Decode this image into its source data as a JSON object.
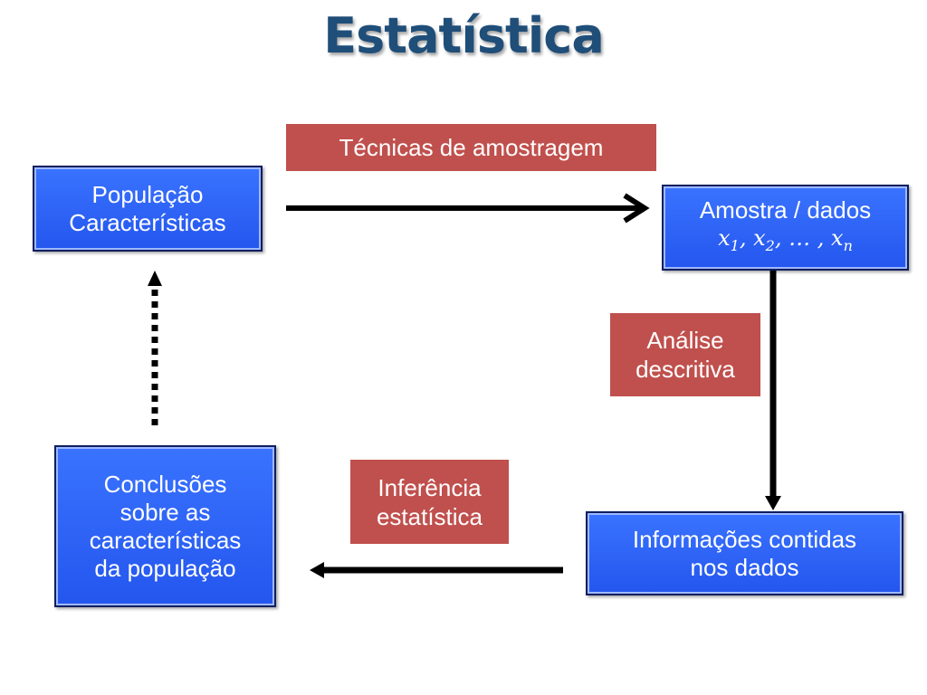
{
  "title": "Estatística",
  "boxes": {
    "population": {
      "line1": "População",
      "line2": "Características"
    },
    "sample": {
      "line1": "Amostra / dados",
      "x": "x",
      "s1": "1",
      "s2": "2",
      "ellipsis": ", … , ",
      "s3": "n"
    },
    "conclusions": {
      "line1": "Conclusões",
      "line2": "sobre as",
      "line3": "características",
      "line4": "da população"
    },
    "information": {
      "line1": "Informações contidas",
      "line2": "nos dados"
    }
  },
  "labels": {
    "sampling": "Técnicas de amostragem",
    "descriptive": {
      "line1": "Análise",
      "line2": "descritiva"
    },
    "inference": {
      "line1": "Inferência",
      "line2": "estatística"
    }
  },
  "colors": {
    "box": "#2b5cf2",
    "label": "#c0504d",
    "title": "#1f4e79"
  }
}
